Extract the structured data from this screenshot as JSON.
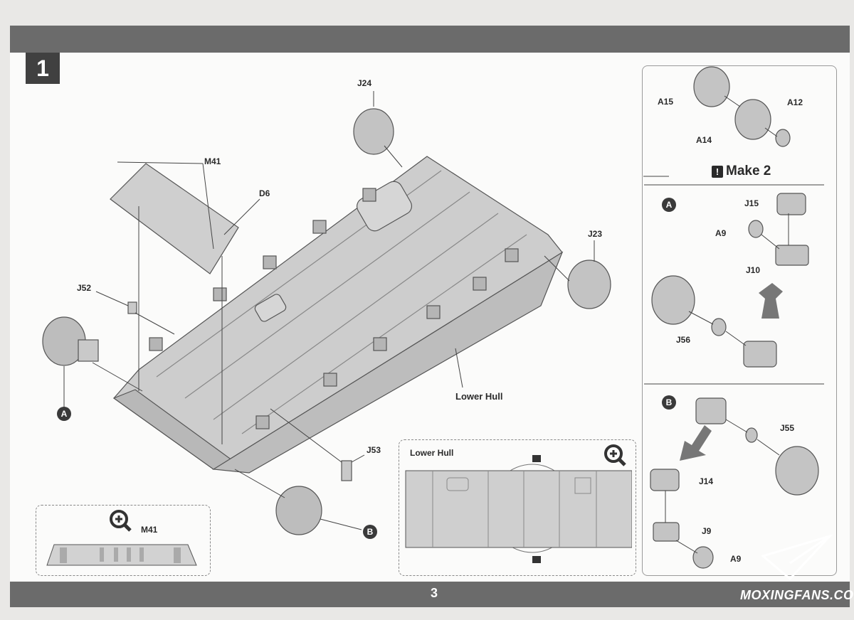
{
  "page": {
    "step_number": "1",
    "page_number": "3",
    "watermark": "MOXINGFANS.COM"
  },
  "main_labels": {
    "j24": "J24",
    "m41": "M41",
    "d6": "D6",
    "j23": "J23",
    "j52": "J52",
    "lower_hull": "Lower Hull",
    "j53": "J53",
    "a": "A",
    "b": "B"
  },
  "detail_m41": {
    "label": "M41"
  },
  "detail_lower_hull": {
    "title": "Lower Hull"
  },
  "side_panel": {
    "top": {
      "a15": "A15",
      "a14": "A14",
      "a12": "A12"
    },
    "make_title": "Make 2",
    "make_icon": "!",
    "section_a": {
      "letter": "A",
      "j15": "J15",
      "a9": "A9",
      "j10": "J10",
      "j56": "J56"
    },
    "section_b": {
      "letter": "B",
      "j55": "J55",
      "j14": "J14",
      "j9": "J9",
      "a9": "A9"
    }
  },
  "icons": [
    "zoom-plus-icon",
    "arrow-icon",
    "paper-plane-logo-icon"
  ],
  "colors": {
    "band": "#6b6b6b",
    "part_fill": "#c9c9c9",
    "part_stroke": "#555555",
    "step_box": "#404040"
  }
}
